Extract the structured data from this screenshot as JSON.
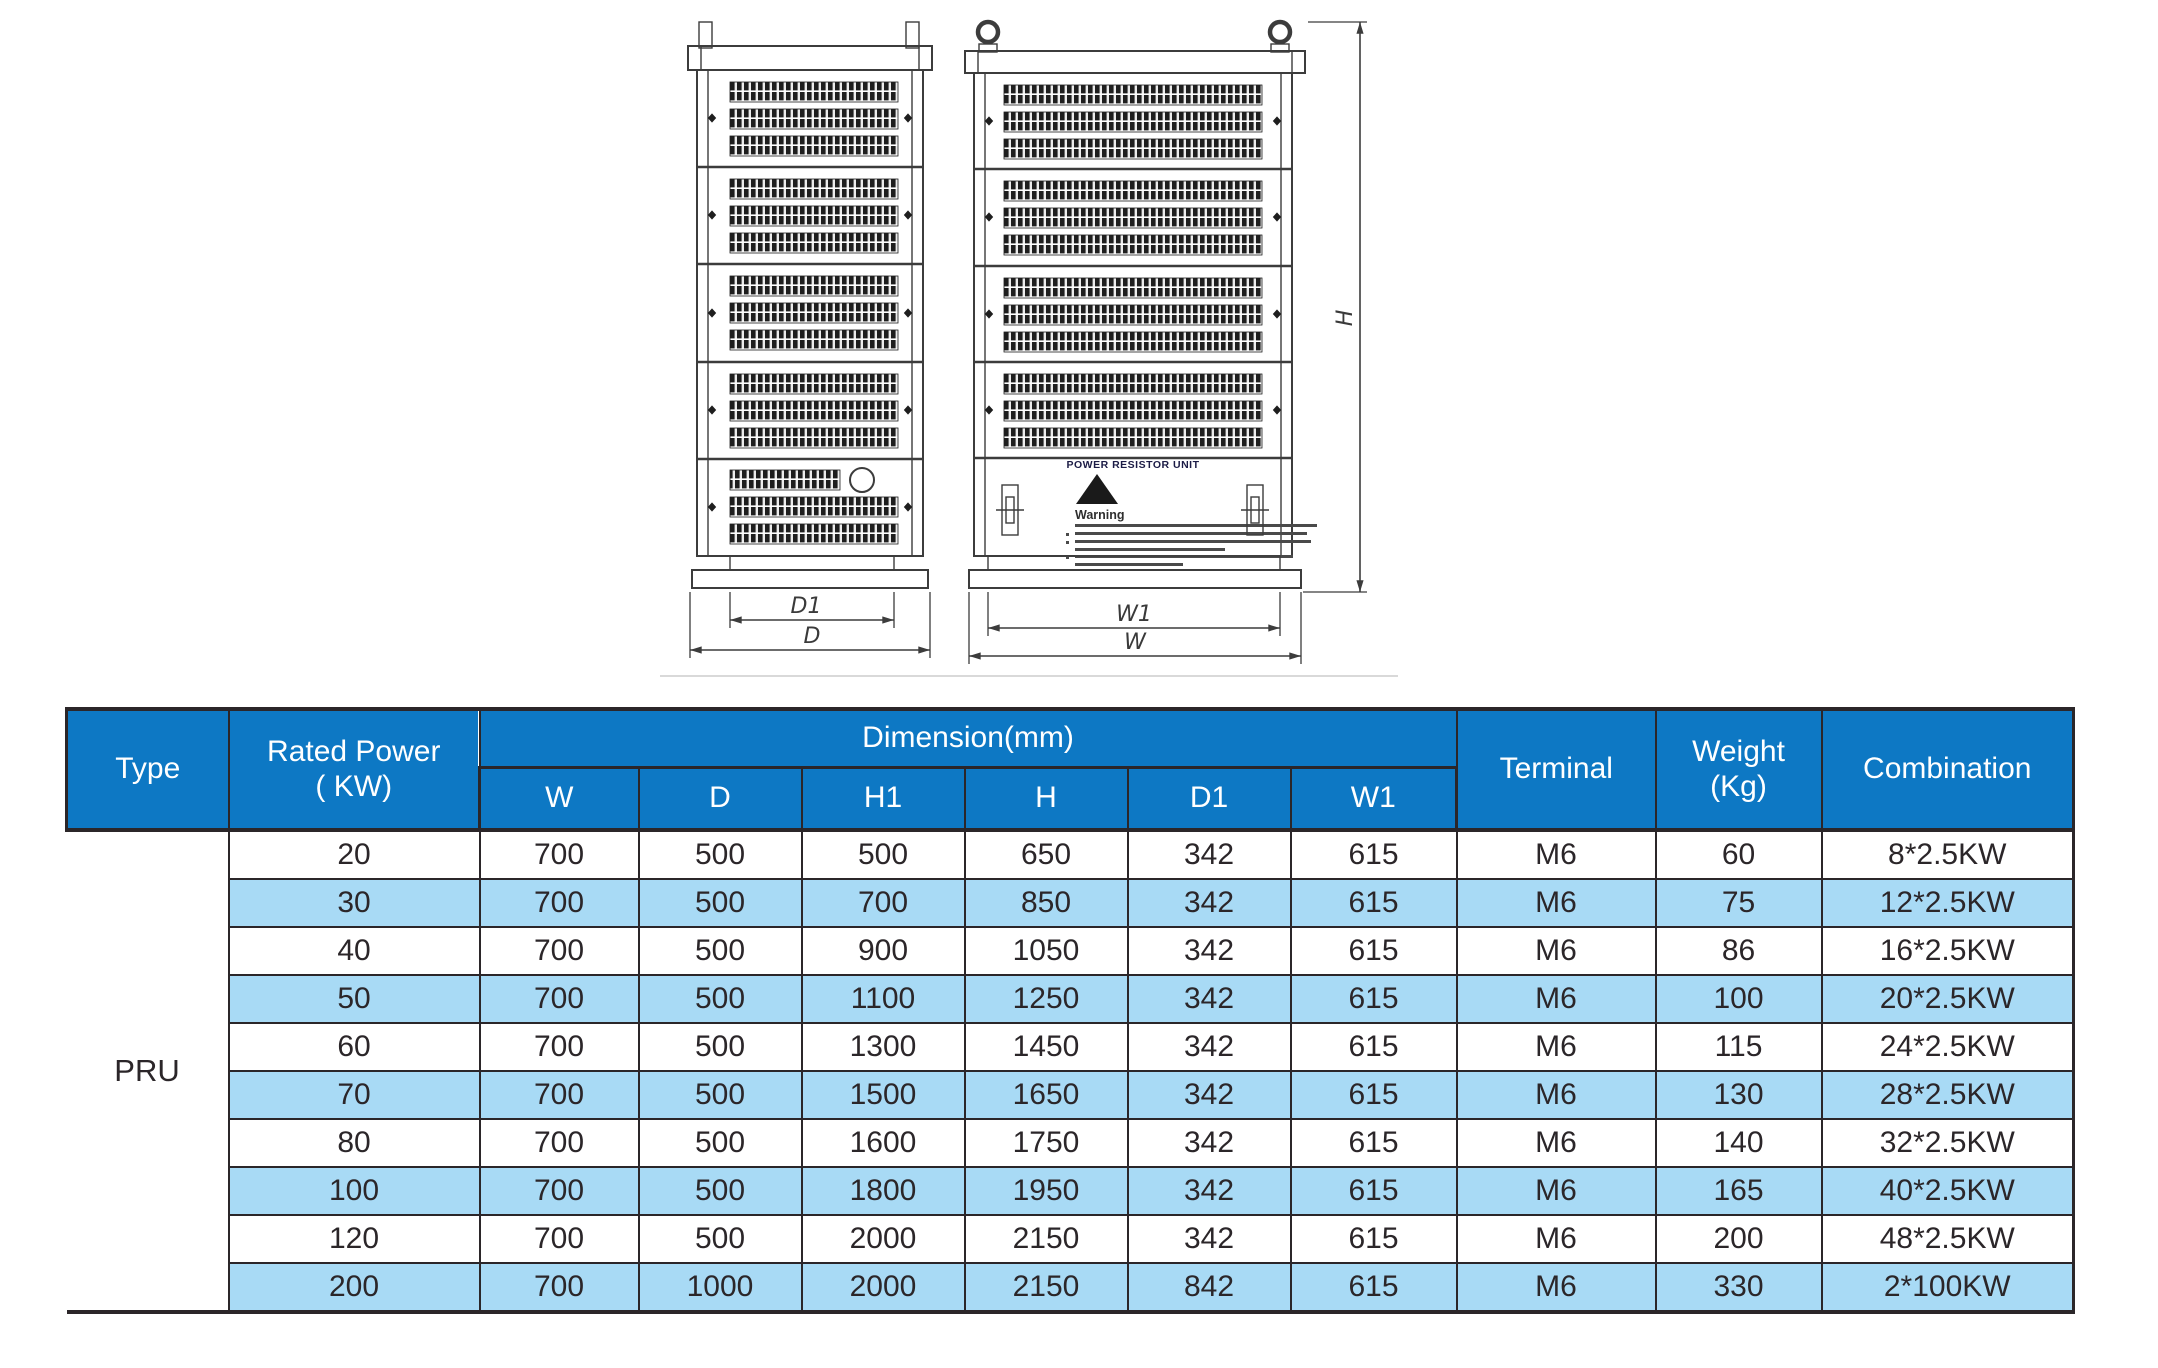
{
  "colors": {
    "header_blue": "#0d78c4",
    "row_alt": "#a8daf5",
    "grid_line": "#2b2629",
    "draw_line": "#3c3c3c"
  },
  "drawing": {
    "side_view": {
      "dim_depth_inner": "D1",
      "dim_depth": "D"
    },
    "front_view": {
      "title": "POWER RESISTOR UNIT",
      "warning_title": "Warning",
      "dim_width_inner": "W1",
      "dim_width": "W",
      "dim_height": "H"
    }
  },
  "table": {
    "header": {
      "type": "Type",
      "rated_power": "Rated Power\n( KW)",
      "dimension": "Dimension(mm)",
      "sub": [
        "W",
        "D",
        "H1",
        "H",
        "D1",
        "W1"
      ],
      "terminal": "Terminal",
      "weight": "Weight\n(Kg)",
      "combination": "Combination"
    },
    "type_value": "PRU",
    "rows": [
      {
        "cells": [
          "20",
          "700",
          "500",
          "500",
          "650",
          "342",
          "615",
          "M6",
          "60",
          "8*2.5KW"
        ]
      },
      {
        "cells": [
          "30",
          "700",
          "500",
          "700",
          "850",
          "342",
          "615",
          "M6",
          "75",
          "12*2.5KW"
        ]
      },
      {
        "cells": [
          "40",
          "700",
          "500",
          "900",
          "1050",
          "342",
          "615",
          "M6",
          "86",
          "16*2.5KW"
        ]
      },
      {
        "cells": [
          "50",
          "700",
          "500",
          "1100",
          "1250",
          "342",
          "615",
          "M6",
          "100",
          "20*2.5KW"
        ]
      },
      {
        "cells": [
          "60",
          "700",
          "500",
          "1300",
          "1450",
          "342",
          "615",
          "M6",
          "115",
          "24*2.5KW"
        ]
      },
      {
        "cells": [
          "70",
          "700",
          "500",
          "1500",
          "1650",
          "342",
          "615",
          "M6",
          "130",
          "28*2.5KW"
        ]
      },
      {
        "cells": [
          "80",
          "700",
          "500",
          "1600",
          "1750",
          "342",
          "615",
          "M6",
          "140",
          "32*2.5KW"
        ]
      },
      {
        "cells": [
          "100",
          "700",
          "500",
          "1800",
          "1950",
          "342",
          "615",
          "M6",
          "165",
          "40*2.5KW"
        ]
      },
      {
        "cells": [
          "120",
          "700",
          "500",
          "2000",
          "2150",
          "342",
          "615",
          "M6",
          "200",
          "48*2.5KW"
        ]
      },
      {
        "cells": [
          "200",
          "700",
          "1000",
          "2000",
          "2150",
          "842",
          "615",
          "M6",
          "330",
          "2*100KW"
        ]
      }
    ]
  }
}
